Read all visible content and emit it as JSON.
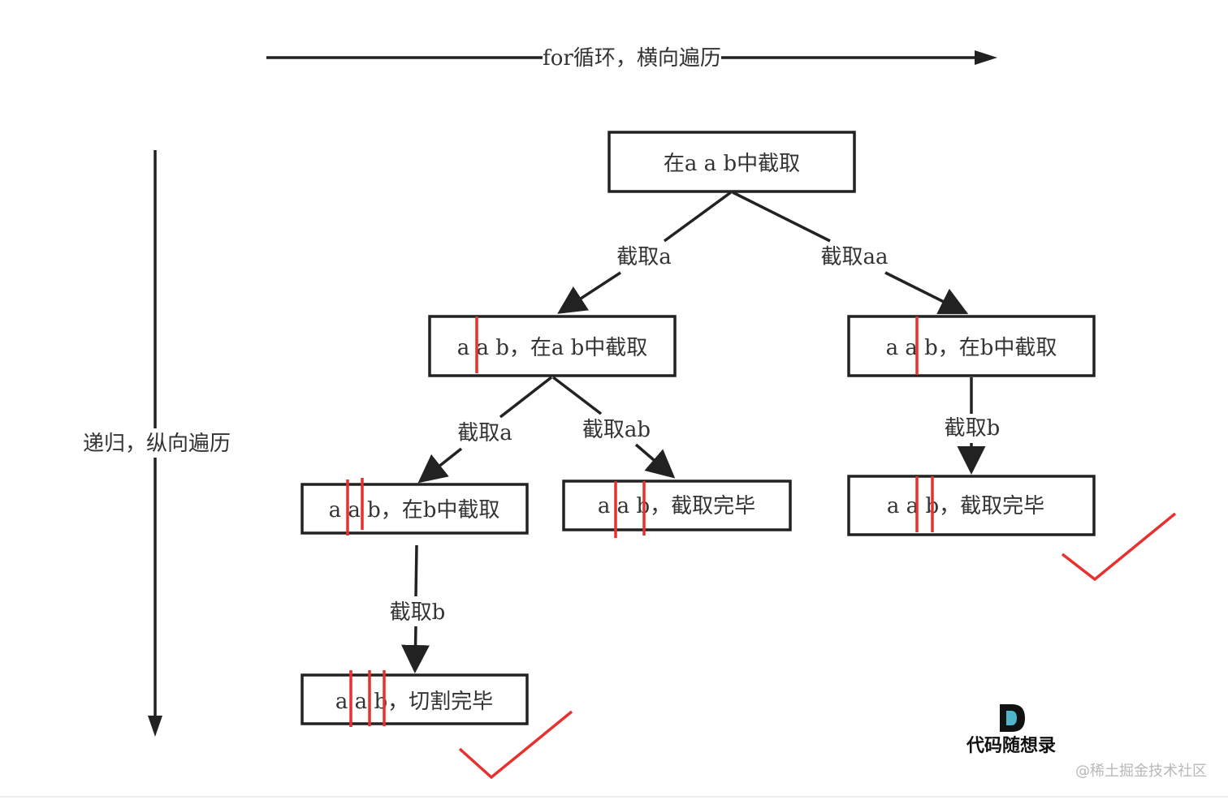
{
  "axes": {
    "horizontal_label": "for循环，横向遍历",
    "vertical_label": "递归，纵向遍历"
  },
  "nodes": {
    "root": "在a a b中截取",
    "left1": "a a b，在a b中截取",
    "right1": "a a b，在b中截取",
    "left2a": "a a b，在b中截取",
    "left2b": "a a b，截取完毕",
    "right2": "a a b，截取完毕",
    "leaf": "a a b，切割完毕"
  },
  "edges": {
    "root_left": "截取a",
    "root_right": "截取aa",
    "left1_left": "截取a",
    "left1_right": "截取ab",
    "right1_down": "截取b",
    "left2a_down": "截取b"
  },
  "brand": {
    "logo_letter": "D",
    "logo_text": "代码随想录"
  },
  "watermark": "@稀土掘金技术社区",
  "colors": {
    "line": "#222222",
    "cut_mark": "#e8312f",
    "check_mark": "#e8312f",
    "logo_accent": "#4fb5c9"
  }
}
